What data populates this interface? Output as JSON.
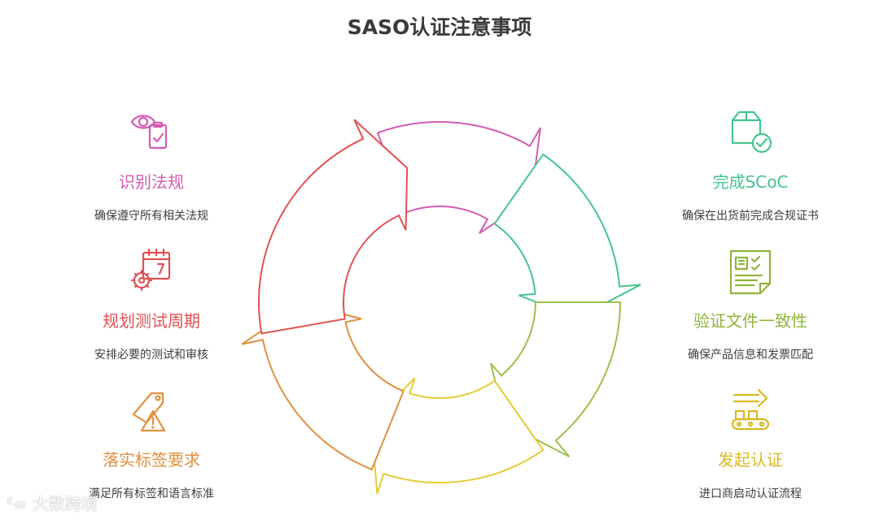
{
  "title": "SASO认证注意事项",
  "colors": {
    "pink": "#d25bb1",
    "teal": "#45c48d",
    "lime": "#9bc04a",
    "yellow": "#e3cd36",
    "orange": "#e0903f",
    "red": "#e25151"
  },
  "items": [
    {
      "heading": "识别法规",
      "desc": "确保遵守所有相关法规",
      "icon": "eye-clipboard-icon",
      "color": "#d25bb1"
    },
    {
      "heading": "规划测试周期",
      "desc": "安排必要的测试和审核",
      "icon": "calendar-gear-icon",
      "color": "#e25151"
    },
    {
      "heading": "落实标签要求",
      "desc": "满足所有标签和语言标准",
      "icon": "tag-warning-icon",
      "color": "#e0903f"
    },
    {
      "heading": "完成SCoC",
      "desc": "确保在出货前完成合规证书",
      "icon": "box-check-icon",
      "color": "#45c48d"
    },
    {
      "heading": "验证文件一致性",
      "desc": "确保产品信息和发票匹配",
      "icon": "document-check-icon",
      "color": "#8fb43c"
    },
    {
      "heading": "发起认证",
      "desc": "进口商启动认证流程",
      "icon": "conveyor-arrow-icon",
      "color": "#d9b920"
    }
  ],
  "watermark": "大数跨境"
}
